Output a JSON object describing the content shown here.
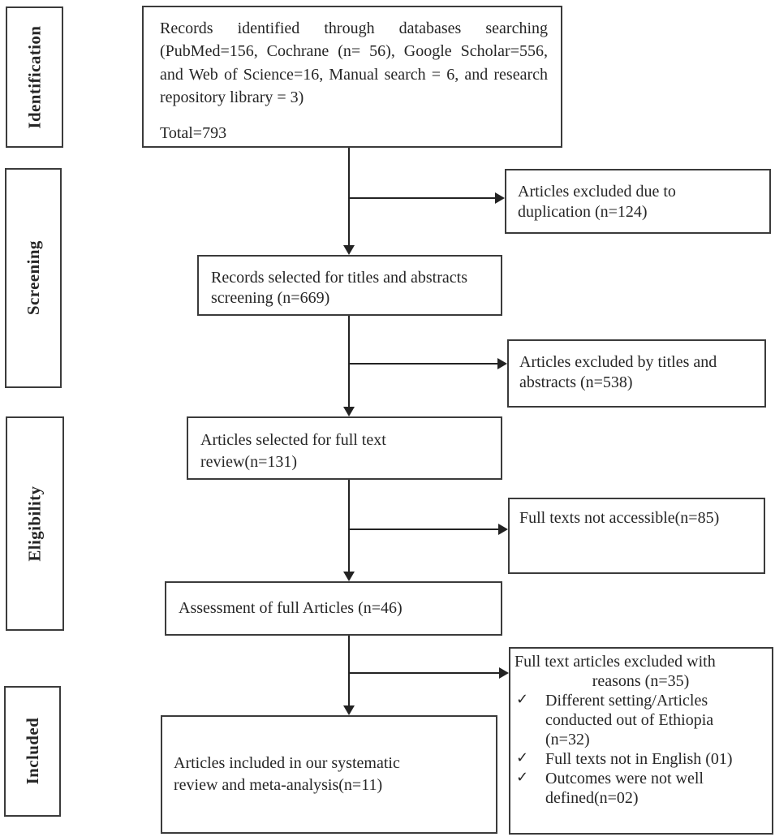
{
  "stages": [
    {
      "label": "Identification"
    },
    {
      "label": "Screening"
    },
    {
      "label": "Eligibility"
    },
    {
      "label": "Included"
    }
  ],
  "flow": {
    "identified": {
      "text": "Records identified through databases searching (PubMed=156, Cochrane (n= 56), Google Scholar=556, and Web of Science=16, Manual search = 6, and research repository library = 3)",
      "total": "Total=793"
    },
    "titles_screening": "Records selected for titles and abstracts screening (n=669)",
    "full_text_review": "Articles selected for full text review(n=131)",
    "assessment": "Assessment of full Articles (n=46)",
    "included": "Articles included in our systematic review and meta-analysis(n=11)"
  },
  "exclusions": {
    "duplication": "Articles excluded due to duplication (n=124)",
    "titles_abstracts": "Articles excluded by titles and abstracts (n=538)",
    "not_accessible": "Full texts not accessible(n=85)",
    "reasons": {
      "title_line1": "Full text articles excluded with",
      "title_line2": "reasons (n=35)",
      "items": [
        "Different setting/Articles conducted out of Ethiopia (n=32)",
        "Full texts not in English (01)",
        "Outcomes were not well defined(n=02)"
      ]
    }
  },
  "icons": {
    "check": "✓"
  },
  "colors": {
    "border": "#3b3b3b",
    "line": "#232323",
    "text": "#262626",
    "background": "#ffffff"
  }
}
